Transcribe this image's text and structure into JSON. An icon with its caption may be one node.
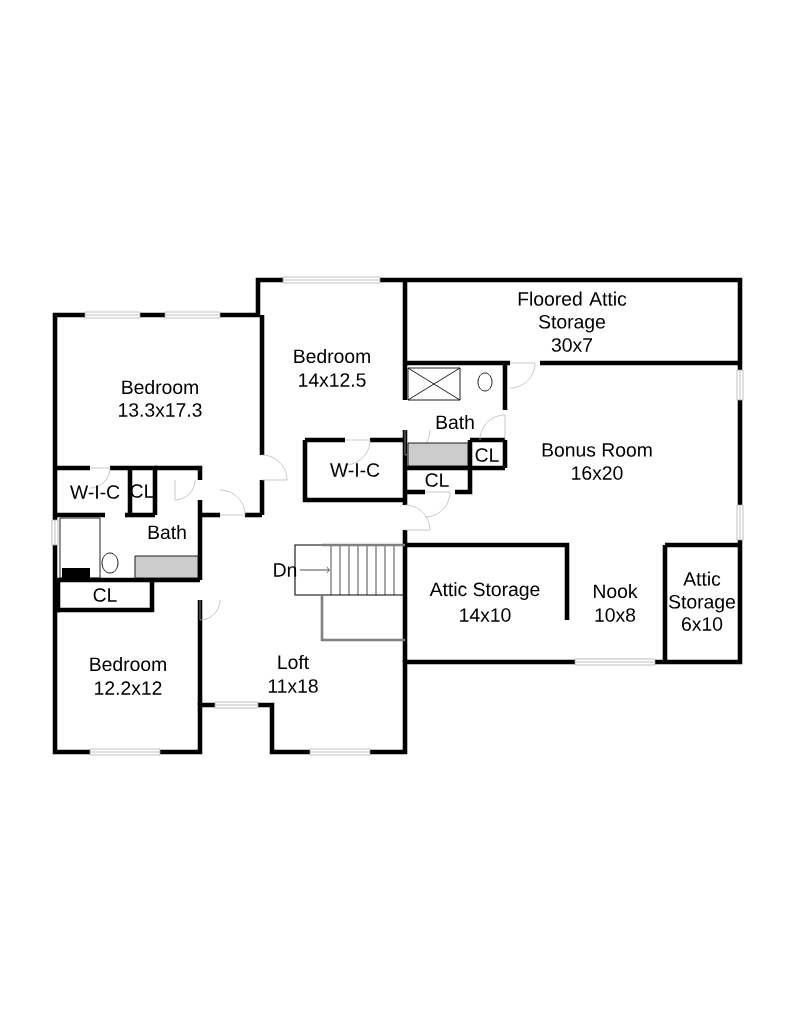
{
  "diagram": {
    "labels": [
      "Floored Attic Storage",
      "30x7",
      "Bedroom",
      "14x12.5",
      "Bedroom",
      "13.3x17.3",
      "Bath",
      "Bonus Room",
      "16x20",
      "W-I-C",
      "CL",
      "W-I-C",
      "CL",
      "CL",
      "Bath",
      "Dn",
      "CL",
      "Attic Storage",
      "14x10",
      "Nook",
      "10x8",
      "Attic Storage",
      "6x10",
      "Bedroom",
      "12.2x12",
      "Loft",
      "11x18"
    ]
  }
}
